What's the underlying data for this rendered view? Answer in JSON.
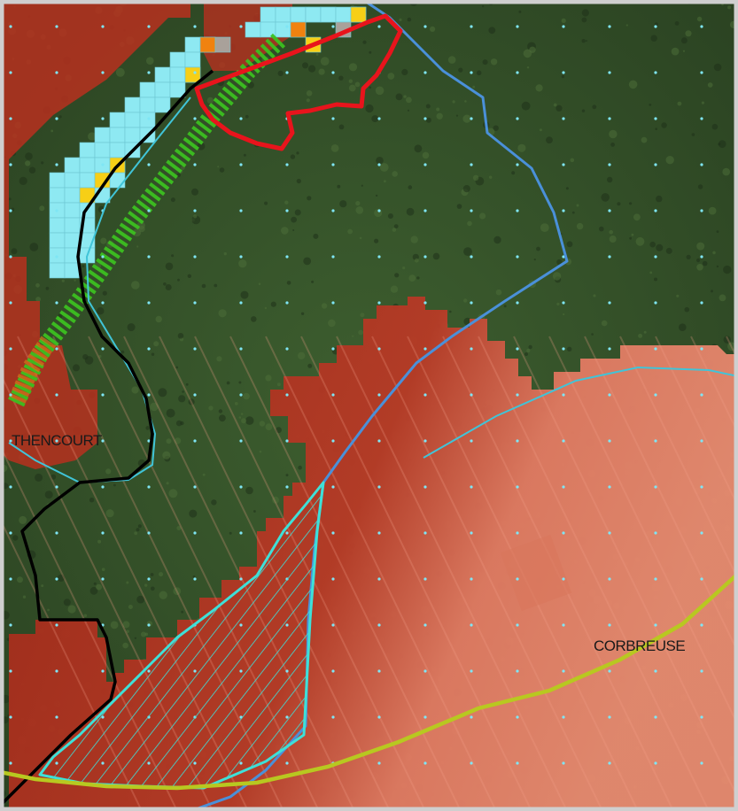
{
  "map": {
    "places": [
      {
        "id": "thencourt",
        "label": "THENCOURT"
      },
      {
        "id": "corbreuse",
        "label": "CORBREUSE"
      }
    ],
    "colors": {
      "forest": "#2f4a26",
      "forest_light": "#4c6e38",
      "field_red": "#b7301f",
      "field_pink": "#e5806a",
      "grid_cyan": "#8ee9f2",
      "grid_yellow": "#f7cf16",
      "grid_orange": "#f0820f",
      "grid_grey": "#a9a19a",
      "boundary_black": "#000000",
      "boundary_blue": "#4a90d9",
      "river_cyan": "#40c4d8",
      "zone_red_outline": "#e8141c",
      "hatch_cyan": "#3ee0d8",
      "curve_yellowgreen": "#b8c820",
      "green_corridor": "#3cc020",
      "corridor_orange": "#d2781a",
      "dot_cyan": "#7fe6f5"
    }
  }
}
